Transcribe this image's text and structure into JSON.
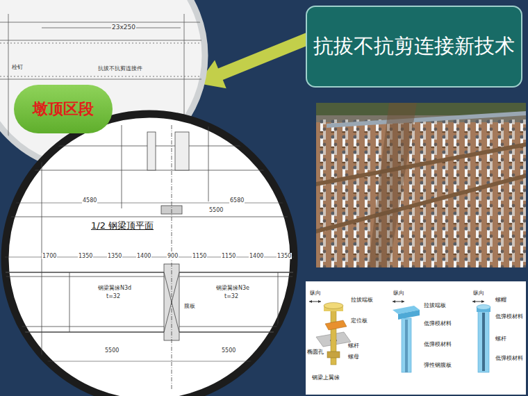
{
  "diagram": {
    "nodes": [
      {
        "text": [
          "抗拔不抗剪连接新技术"
        ]
      },
      {
        "text": [
          "墩顶区段"
        ]
      }
    ],
    "labels": [
      "23x250",
      "栓钉",
      "抗拔不抗剪连接件",
      "1/2 钢梁顶平面",
      "4580",
      "6580",
      "5500",
      "1700",
      "1350",
      "1350",
      "1400",
      "900",
      "1150",
      "1150",
      "1400",
      "1350",
      "钢梁翼缘N3d",
      "t=32",
      "钢梁翼缘N3e",
      "t=32",
      "5500",
      "5500",
      "腹板",
      "纵向",
      "拉拔端板",
      "定位板",
      "螺杆",
      "螺母",
      "椭圆孔",
      "钢梁上翼缘",
      "纵向",
      "拉拔端板",
      "低弹模材料",
      "低弹模材料",
      "弹性钢腹板",
      "纵向",
      "螺帽",
      "低弹模材料",
      "螺杆",
      "低弹模材料"
    ]
  }
}
